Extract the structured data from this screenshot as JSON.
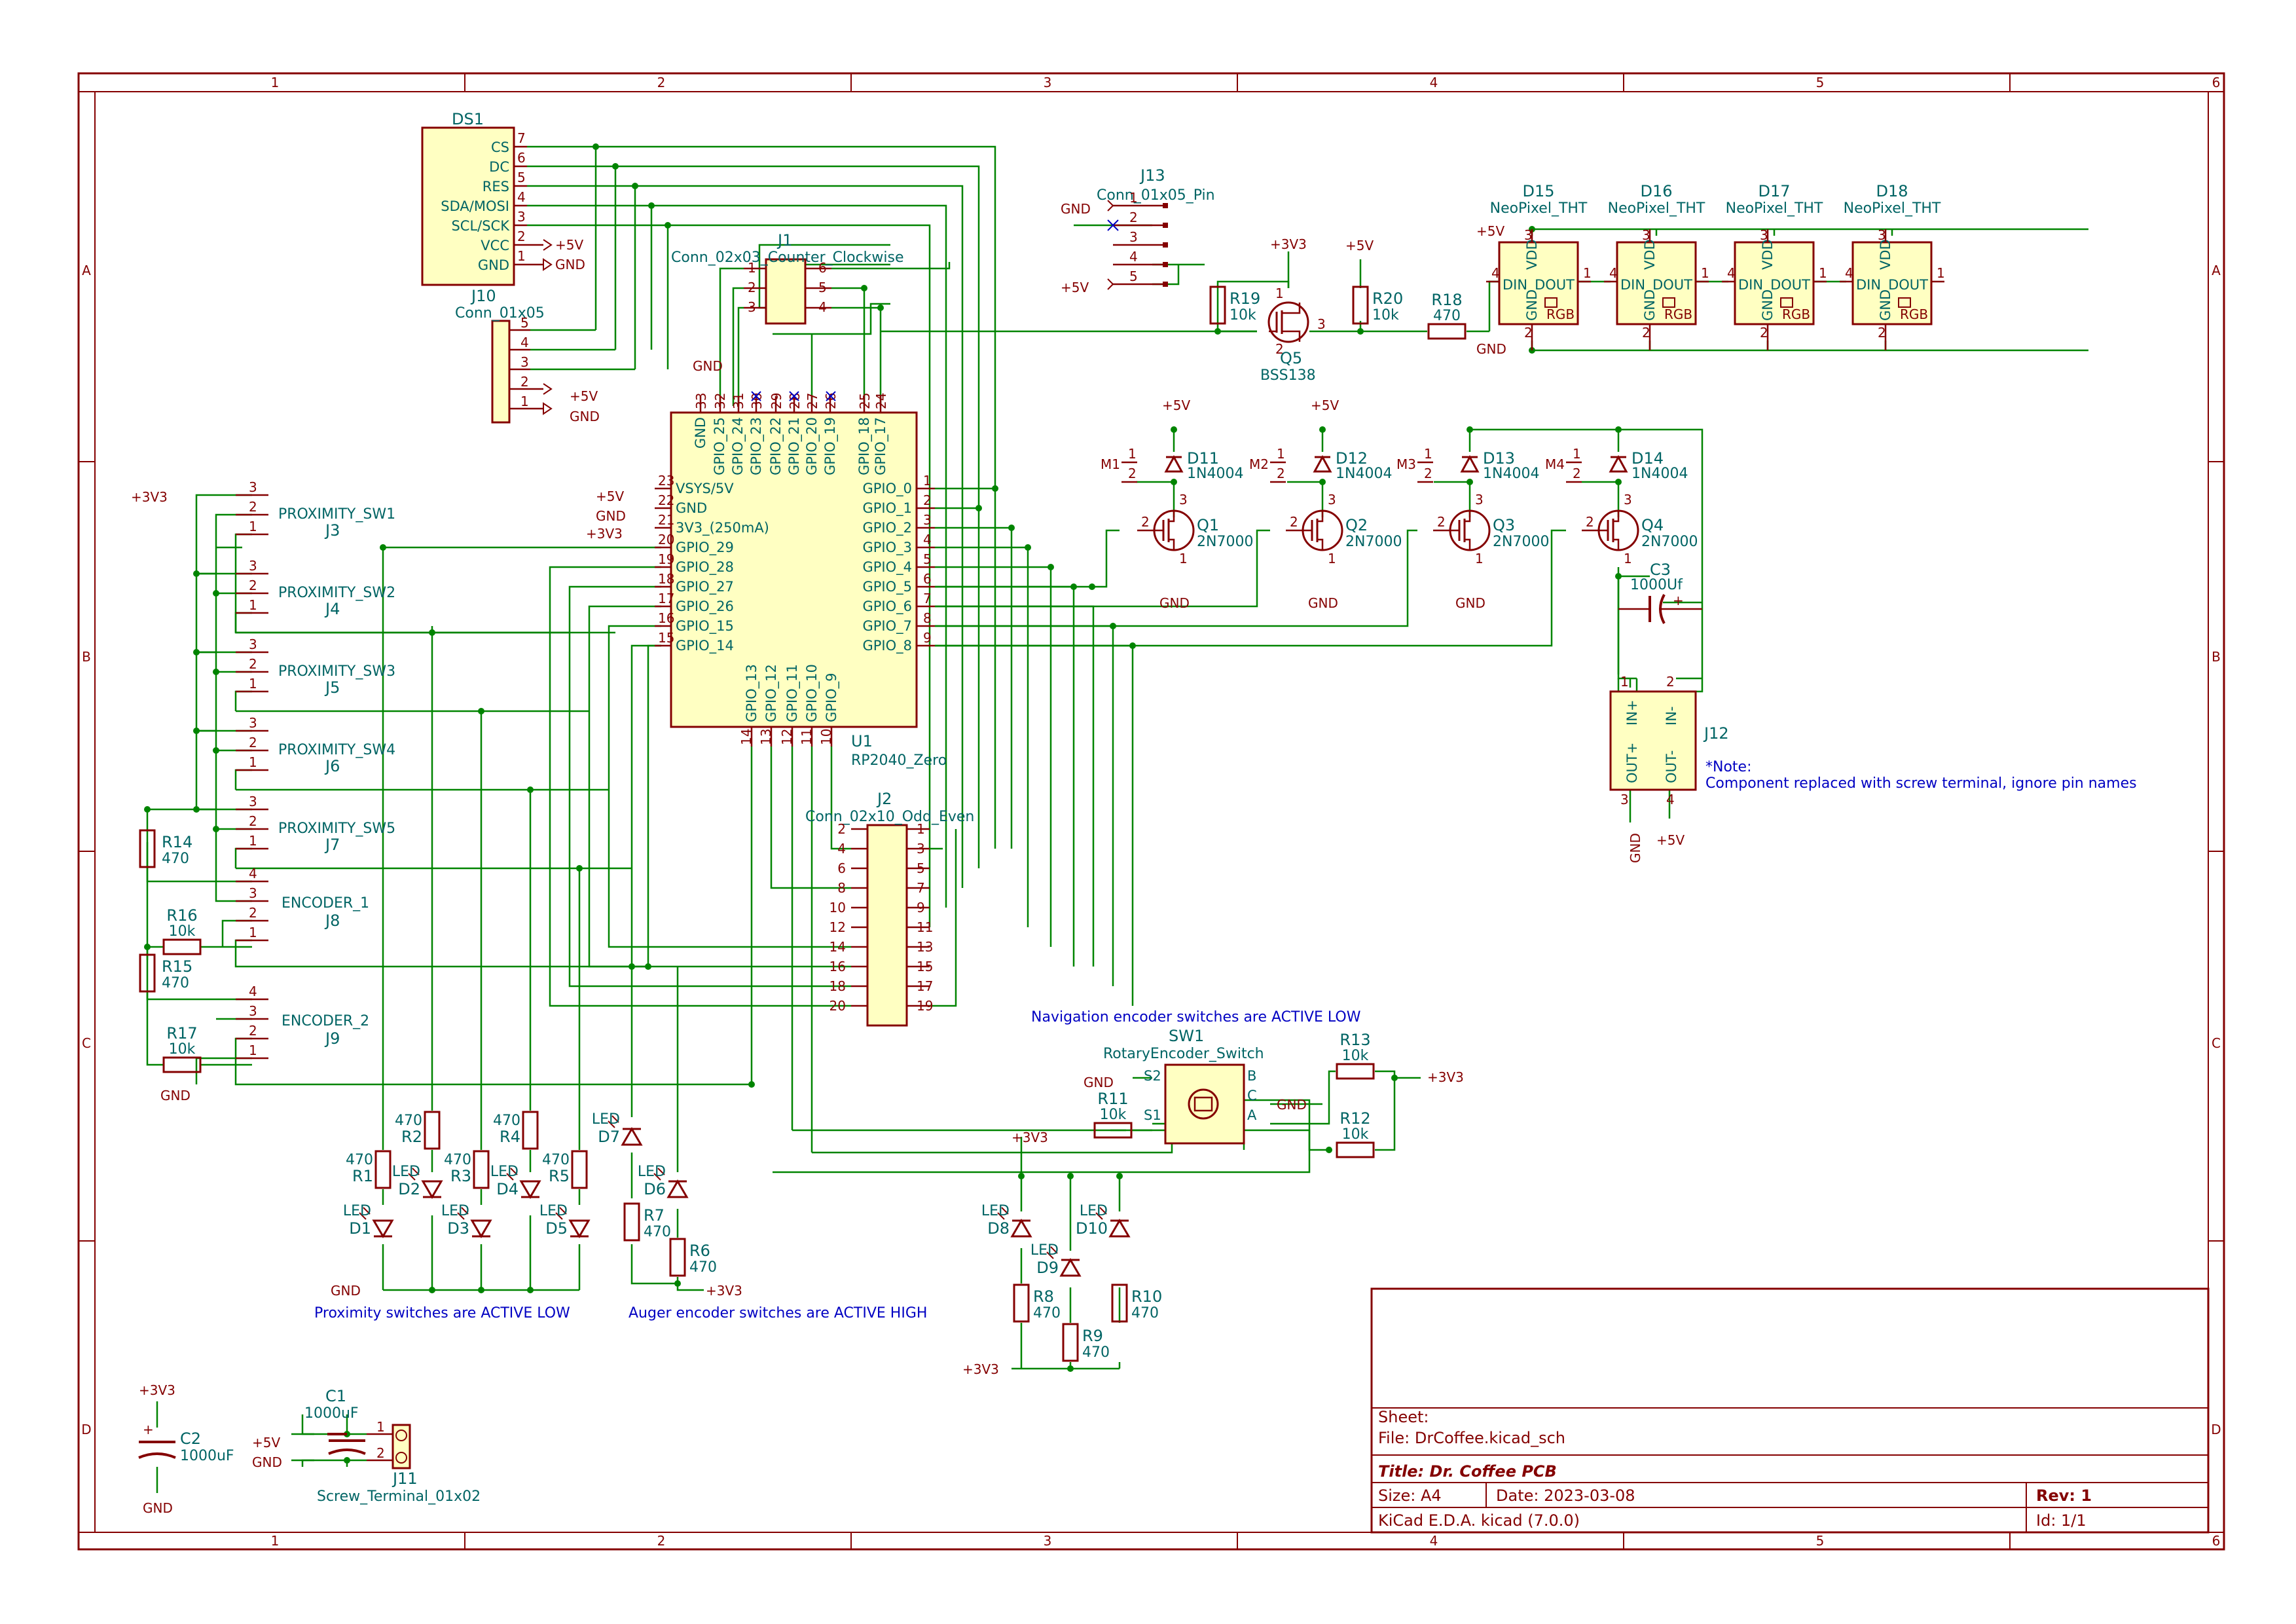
{
  "frame": {
    "cols": [
      "1",
      "2",
      "3",
      "4",
      "5",
      "6"
    ],
    "rows": [
      "A",
      "B",
      "C",
      "D"
    ]
  },
  "title_block": {
    "sheet": "Sheet:",
    "file": "File: DrCoffee.kicad_sch",
    "title": "Title: Dr. Coffee PCB",
    "size": "Size: A4",
    "date": "Date: 2023-03-08",
    "rev": "Rev: 1",
    "tool": "KiCad E.D.A.  kicad (7.0.0)",
    "id": "Id: 1/1"
  },
  "notes": {
    "proximity": "Proximity switches are ACTIVE LOW",
    "auger": "Auger encoder switches are ACTIVE HIGH",
    "nav": "Navigation encoder switches are ACTIVE LOW",
    "note1": "*Note:",
    "note2": "Component replaced with screw terminal, ignore pin names"
  },
  "ds1": {
    "ref": "DS1",
    "pins": [
      {
        "name": "CS",
        "num": "7"
      },
      {
        "name": "DC",
        "num": "6"
      },
      {
        "name": "RES",
        "num": "5"
      },
      {
        "name": "SDA/MOSI",
        "num": "4"
      },
      {
        "name": "SCL/SCK",
        "num": "3"
      },
      {
        "name": "VCC",
        "num": "2"
      },
      {
        "name": "GND",
        "num": "1"
      }
    ]
  },
  "j10": {
    "ref": "J10",
    "val": "Conn_01x05",
    "pins": [
      "5",
      "4",
      "3",
      "2",
      "1"
    ]
  },
  "j1": {
    "ref": "J1",
    "val": "Conn_02x03_Counter_Clockwise",
    "left": [
      "1",
      "2",
      "3"
    ],
    "right": [
      "6",
      "5",
      "4"
    ]
  },
  "j13": {
    "ref": "J13",
    "val": "Conn_01x05_Pin",
    "pins": [
      "1",
      "2",
      "3",
      "4",
      "5"
    ]
  },
  "u1": {
    "ref": "U1",
    "val": "RP2040_Zero",
    "left": [
      {
        "name": "VSYS/5V",
        "num": "23"
      },
      {
        "name": "GND",
        "num": "22"
      },
      {
        "name": "3V3_(250mA)",
        "num": "21"
      },
      {
        "name": "GPIO_29",
        "num": "20"
      },
      {
        "name": "GPIO_28",
        "num": "19"
      },
      {
        "name": "GPIO_27",
        "num": "18"
      },
      {
        "name": "GPIO_26",
        "num": "17"
      },
      {
        "name": "GPIO_15",
        "num": "16"
      },
      {
        "name": "GPIO_14",
        "num": "15"
      }
    ],
    "right": [
      {
        "name": "GPIO_0",
        "num": "1"
      },
      {
        "name": "GPIO_1",
        "num": "2"
      },
      {
        "name": "GPIO_2",
        "num": "3"
      },
      {
        "name": "GPIO_3",
        "num": "4"
      },
      {
        "name": "GPIO_4",
        "num": "5"
      },
      {
        "name": "GPIO_5",
        "num": "6"
      },
      {
        "name": "GPIO_6",
        "num": "7"
      },
      {
        "name": "GPIO_7",
        "num": "8"
      },
      {
        "name": "GPIO_8",
        "num": "9"
      }
    ],
    "top": [
      {
        "name": "GND",
        "num": "33"
      },
      {
        "name": "GPIO_25",
        "num": "32"
      },
      {
        "name": "GPIO_24",
        "num": "31"
      },
      {
        "name": "GPIO_23",
        "num": "30"
      },
      {
        "name": "GPIO_22",
        "num": "29"
      },
      {
        "name": "GPIO_21",
        "num": "28"
      },
      {
        "name": "GPIO_20",
        "num": "27"
      },
      {
        "name": "GPIO_19",
        "num": "26"
      },
      {
        "name": "GPIO_18",
        "num": "25"
      },
      {
        "name": "GPIO_17",
        "num": "24"
      }
    ],
    "bottom": [
      {
        "name": "GPIO_13",
        "num": "14"
      },
      {
        "name": "GPIO_12",
        "num": "13"
      },
      {
        "name": "GPIO_11",
        "num": "12"
      },
      {
        "name": "GPIO_10",
        "num": "11"
      },
      {
        "name": "GPIO_9",
        "num": "10"
      }
    ]
  },
  "j2": {
    "ref": "J2",
    "val": "Conn_02x10_Odd_Even",
    "left": [
      "2",
      "4",
      "6",
      "8",
      "10",
      "12",
      "14",
      "16",
      "18",
      "20"
    ],
    "right": [
      "1",
      "3",
      "5",
      "7",
      "9",
      "11",
      "13",
      "15",
      "17",
      "19"
    ]
  },
  "prox": [
    {
      "ref": "J3",
      "val": "PROXIMITY_SW1"
    },
    {
      "ref": "J4",
      "val": "PROXIMITY_SW2"
    },
    {
      "ref": "J5",
      "val": "PROXIMITY_SW3"
    },
    {
      "ref": "J6",
      "val": "PROXIMITY_SW4"
    },
    {
      "ref": "J7",
      "val": "PROXIMITY_SW5"
    }
  ],
  "enc": [
    {
      "ref": "J8",
      "val": "ENCODER_1"
    },
    {
      "ref": "J9",
      "val": "ENCODER_2"
    }
  ],
  "resistors": {
    "R14": {
      "ref": "R14",
      "val": "470"
    },
    "R15": {
      "ref": "R15",
      "val": "470"
    },
    "R16": {
      "ref": "R16",
      "val": "10k"
    },
    "R17": {
      "ref": "R17",
      "val": "10k"
    },
    "R1": {
      "ref": "R1",
      "val": "470"
    },
    "R2": {
      "ref": "R2",
      "val": "470"
    },
    "R3": {
      "ref": "R3",
      "val": "470"
    },
    "R4": {
      "ref": "R4",
      "val": "470"
    },
    "R5": {
      "ref": "R5",
      "val": "470"
    },
    "R6": {
      "ref": "R6",
      "val": "470"
    },
    "R7": {
      "ref": "R7",
      "val": "470"
    },
    "R8": {
      "ref": "R8",
      "val": "470"
    },
    "R9": {
      "ref": "R9",
      "val": "470"
    },
    "R10": {
      "ref": "R10",
      "val": "470"
    },
    "R11": {
      "ref": "R11",
      "val": "10k"
    },
    "R12": {
      "ref": "R12",
      "val": "10k"
    },
    "R13": {
      "ref": "R13",
      "val": "10k"
    },
    "R18": {
      "ref": "R18",
      "val": "470"
    },
    "R19": {
      "ref": "R19",
      "val": "10k"
    },
    "R20": {
      "ref": "R20",
      "val": "10k"
    }
  },
  "leds": {
    "D1": {
      "ref": "D1",
      "val": "LED"
    },
    "D2": {
      "ref": "D2",
      "val": "LED"
    },
    "D3": {
      "ref": "D3",
      "val": "LED"
    },
    "D4": {
      "ref": "D4",
      "val": "LED"
    },
    "D5": {
      "ref": "D5",
      "val": "LED"
    },
    "D6": {
      "ref": "D6",
      "val": "LED"
    },
    "D7": {
      "ref": "D7",
      "val": "LED"
    },
    "D8": {
      "ref": "D8",
      "val": "LED"
    },
    "D9": {
      "ref": "D9",
      "val": "LED"
    },
    "D10": {
      "ref": "D10",
      "val": "LED"
    }
  },
  "neopixels": [
    {
      "ref": "D15",
      "val": "NeoPixel_THT"
    },
    {
      "ref": "D16",
      "val": "NeoPixel_THT"
    },
    {
      "ref": "D17",
      "val": "NeoPixel_THT"
    },
    {
      "ref": "D18",
      "val": "NeoPixel_THT"
    }
  ],
  "neo_pins": {
    "din": "DIN",
    "dout": "DOUT",
    "vdd": "VDD",
    "gnd": "GND",
    "rgb": "RGB"
  },
  "q5": {
    "ref": "Q5",
    "val": "BSS138"
  },
  "mosfets": [
    {
      "ref": "Q1",
      "val": "2N7000",
      "diode": "D11",
      "dval": "1N4004",
      "m": "M1"
    },
    {
      "ref": "Q2",
      "val": "2N7000",
      "diode": "D12",
      "dval": "1N4004",
      "m": "M2"
    },
    {
      "ref": "Q3",
      "val": "2N7000",
      "diode": "D13",
      "dval": "1N4004",
      "m": "M3"
    },
    {
      "ref": "Q4",
      "val": "2N7000",
      "diode": "D14",
      "dval": "1N4004",
      "m": "M4"
    }
  ],
  "c1": {
    "ref": "C1",
    "val": "1000uF"
  },
  "c2": {
    "ref": "C2",
    "val": "1000uF"
  },
  "c3": {
    "ref": "C3",
    "val": "1000Uf"
  },
  "j11": {
    "ref": "J11",
    "val": "Screw_Terminal_01x02"
  },
  "j12": {
    "ref": "J12",
    "pins": {
      "inp": "IN+",
      "inm": "IN-",
      "outp": "OUT+",
      "outm": "OUT-"
    }
  },
  "sw1": {
    "ref": "SW1",
    "val": "RotaryEncoder_Switch",
    "pins": {
      "s2": "S2",
      "s1": "S1",
      "b": "B",
      "c": "C",
      "a": "A"
    }
  },
  "power": {
    "v5": "+5V",
    "v33": "+3V3",
    "gnd": "GND"
  },
  "colors": {
    "wire": "#008400",
    "body": "#840000",
    "fill": "#ffffc2",
    "ref": "#006464",
    "note": "#0000c2"
  }
}
